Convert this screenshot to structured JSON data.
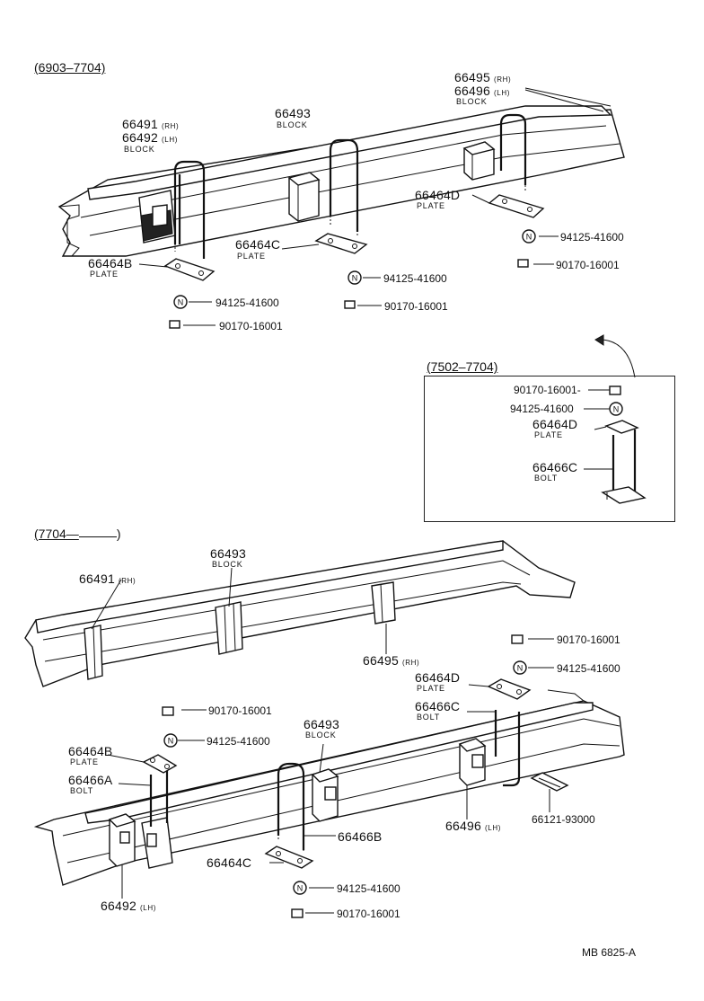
{
  "sections": {
    "top_range": "(6903–7704)",
    "inset_range": "(7502–7704)",
    "bottom_range": "(7704—",
    "bottom_range_close": ")"
  },
  "top": {
    "p66491": {
      "num": "66491",
      "side": "(RH)"
    },
    "p66492": {
      "num": "66492",
      "side": "(LH)",
      "type": "BLOCK"
    },
    "p66493": {
      "num": "66493",
      "type": "BLOCK"
    },
    "p66495": {
      "num": "66495",
      "side": "(RH)"
    },
    "p66496": {
      "num": "66496",
      "side": "(LH)",
      "type": "BLOCK"
    },
    "p66464D": {
      "num": "66464D",
      "type": "PLATE"
    },
    "p66464C": {
      "num": "66464C",
      "type": "PLATE"
    },
    "p66464B": {
      "num": "66464B",
      "type": "PLATE"
    },
    "nut_a": "94125-41600",
    "nut_b": "90170-16001",
    "nut_c": "94125-41600",
    "nut_d": "90170-16001",
    "nut_e": "94125-41600",
    "nut_f": "90170-16001"
  },
  "inset": {
    "nut1": "90170-16001-",
    "nut2": "94125-41600",
    "plate": {
      "num": "66464D",
      "type": "PLATE"
    },
    "bolt": {
      "num": "66466C",
      "type": "BOLT"
    }
  },
  "bottom": {
    "p66491": {
      "num": "66491",
      "side": "(RH)"
    },
    "p66493a": {
      "num": "66493",
      "type": "BLOCK"
    },
    "p66495": {
      "num": "66495",
      "side": "(RH)"
    },
    "nut_r1": "90170-16001",
    "nut_r2": "94125-41600",
    "p66464D": {
      "num": "66464D",
      "type": "PLATE"
    },
    "p66466C": {
      "num": "66466C",
      "type": "BOLT"
    },
    "nut_l1": "90170-16001",
    "nut_l2": "94125-41600",
    "p66464B": {
      "num": "66464B",
      "type": "PLATE"
    },
    "p66466A": {
      "num": "66466A",
      "type": "BOLT"
    },
    "p66493b": {
      "num": "66493",
      "type": "BLOCK"
    },
    "p66466B": "66466B",
    "p66464C": "66464C",
    "p66492": {
      "num": "66492",
      "side": "(LH)"
    },
    "p66496": {
      "num": "66496",
      "side": "(LH)"
    },
    "p66121": "66121-93000",
    "nut_b1": "94125-41600",
    "nut_b2": "90170-16001"
  },
  "footer": {
    "code": "MB 6825-A"
  },
  "icons": {
    "nut": "N"
  }
}
